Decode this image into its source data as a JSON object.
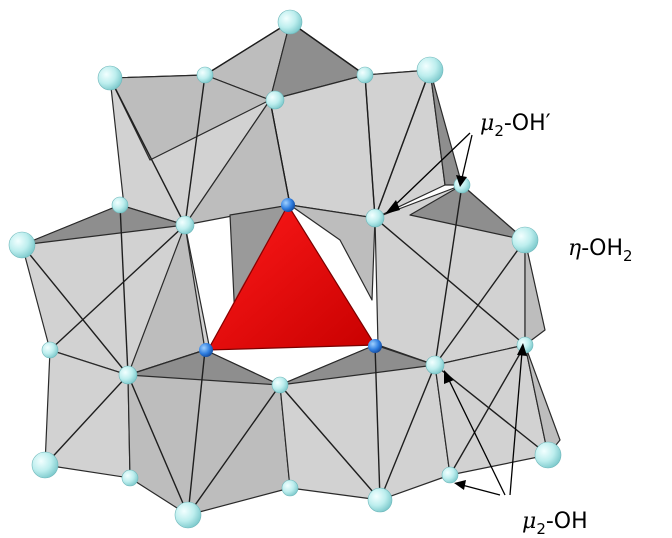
{
  "labels": {
    "mu2_oh_prime": {
      "symbol": "μ",
      "sub": "2",
      "rest": "-OH′"
    },
    "eta_oh2": {
      "symbol": "η",
      "rest": "-OH",
      "sub": "2"
    },
    "mu2_oh": {
      "symbol": "μ",
      "sub": "2",
      "rest": "-OH"
    }
  },
  "colors": {
    "central_tetrahedron": "#e00000",
    "octahedra_light": "#d2d2d2",
    "octahedra_dark": "#8e8e8e",
    "oxygen_atoms": "#b8ecec",
    "tetrahedral_oxygen": "#1f6fd1"
  }
}
